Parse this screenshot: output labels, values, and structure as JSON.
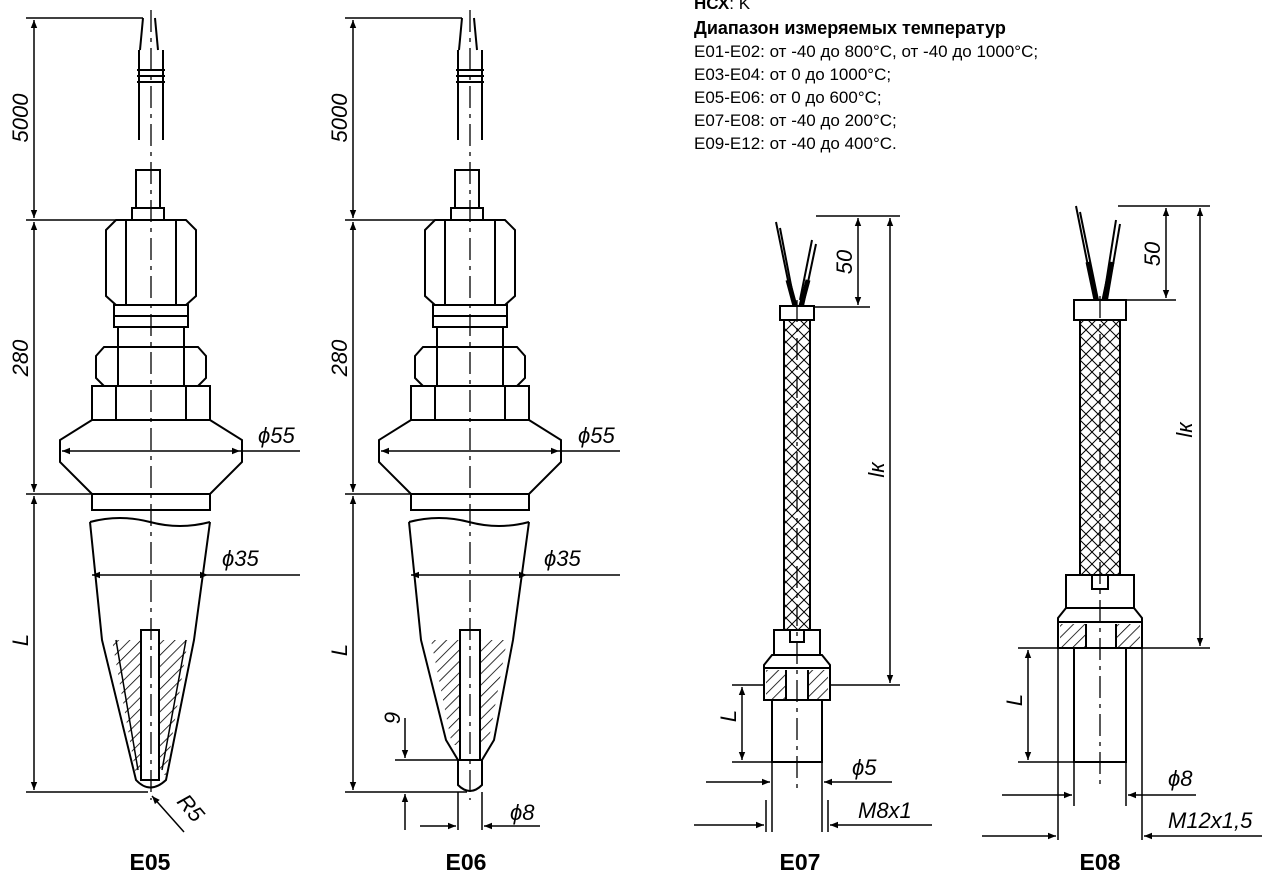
{
  "specs": {
    "nsx_label": "НСХ",
    "nsx_value": ": K",
    "range_title": "Диапазон измеряемых температур",
    "ranges": [
      "E01-E02: от -40 до 800°C, от -40 до 1000°C;",
      "E03-E04: от 0 до 1000°C;",
      "E05-E06: от 0 до 600°C;",
      "E07-E08: от -40 до 200°C;",
      "E09-E12: от -40 до 400°C."
    ]
  },
  "drawings": {
    "e05": {
      "caption": "E05",
      "dims": {
        "cable": "5000",
        "head": "280",
        "flange": "ϕ55",
        "body": "ϕ35",
        "length": "L",
        "radius": "R5"
      }
    },
    "e06": {
      "caption": "E06",
      "dims": {
        "cable": "5000",
        "head": "280",
        "flange": "ϕ55",
        "body": "ϕ35",
        "length": "L",
        "tip": "9",
        "tip_dia": "ϕ8"
      }
    },
    "e07": {
      "caption": "E07",
      "dims": {
        "leads": "50",
        "cable": "lк",
        "length": "L",
        "dia": "ϕ5",
        "thread": "M8x1"
      }
    },
    "e08": {
      "caption": "E08",
      "dims": {
        "leads": "50",
        "cable": "lк",
        "length": "L",
        "dia": "ϕ8",
        "thread": "M12x1,5"
      }
    }
  }
}
